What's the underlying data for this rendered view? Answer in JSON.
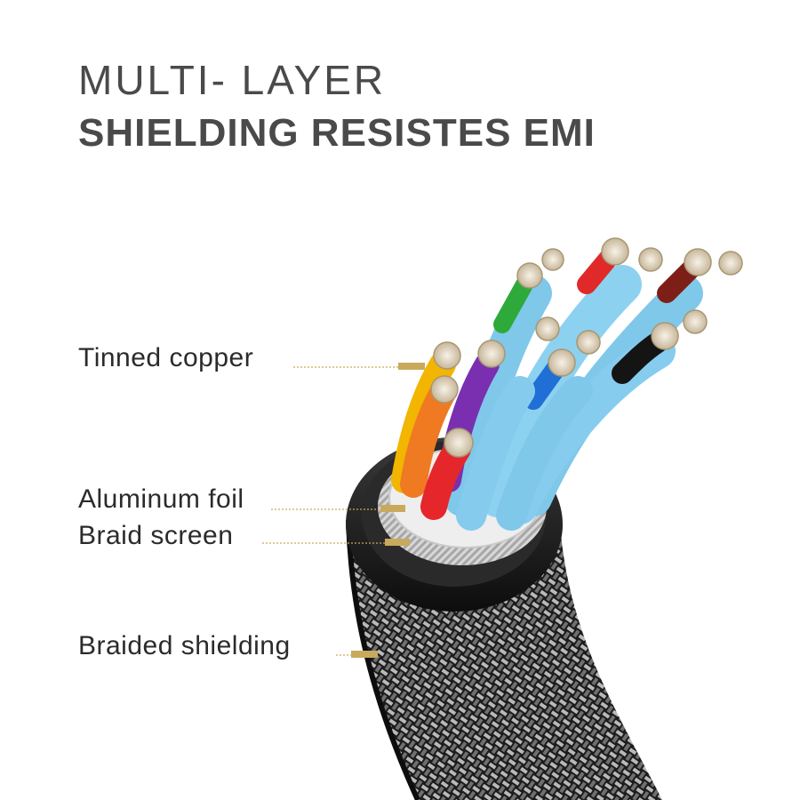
{
  "headline": {
    "line1": "MULTI- LAYER",
    "line2": "SHIELDING RESISTES EMI"
  },
  "callouts": {
    "tinned_copper": "Tinned copper",
    "aluminum_foil": "Aluminum foil",
    "braid_screen": "Braid screen",
    "braided_shielding": "Braided shielding"
  },
  "colors": {
    "text": "#4a4a4a",
    "leader": "#c9a95c",
    "wire_sheath": "#7fc8ea",
    "jacket": "#1a1a1a"
  }
}
